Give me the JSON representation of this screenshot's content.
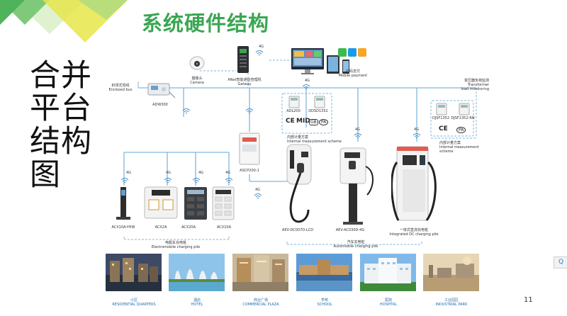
{
  "header": {
    "title": "系统硬件结构"
  },
  "side_title": {
    "col1": [
      "合",
      "平",
      "结",
      "图"
    ],
    "col2": [
      "并",
      "台",
      "构"
    ]
  },
  "nodes": {
    "enclosed_bus": {
      "zh": "封闭式母线",
      "en": "Enclosed bus"
    },
    "adw300": {
      "label": "ADW300"
    },
    "camera": {
      "zh": "摄像头",
      "en": "Camera"
    },
    "gateway": {
      "zh": "ANet智能通信管理机",
      "en": "Gatway"
    },
    "mobile_payment": {
      "zh": "扫码支付",
      "en": "Mobile payment"
    },
    "transformer": {
      "zh": "变压器负荷监测",
      "en1": "Transformer",
      "en2": "load monitoring"
    },
    "adl200": {
      "label": "ADL200"
    },
    "ddsd1352": {
      "label": "DDSD1352"
    },
    "internal1": {
      "zh": "内部计量方案",
      "en": "Internal measurement scheme"
    },
    "djsf1352": {
      "label": "DJSF1352"
    },
    "djsf1352rn": {
      "label": "DJSF1352-RN"
    },
    "internal2": {
      "zh": "内部计量方案",
      "en1": "Internal measurement",
      "en2": "scheme"
    },
    "ascp": {
      "label": "ASCP200-1"
    },
    "acx10a_yhw": {
      "label": "ACX10A-YHW"
    },
    "acx2a": {
      "label": "ACX2A"
    },
    "acx20a": {
      "label": "ACX20A"
    },
    "acx10a": {
      "label": "ACX10A"
    },
    "aev_dc007d": {
      "label": "AEV-DC007D-LCD"
    },
    "aev_ac030d": {
      "label": "AEV-AC030D-4G"
    },
    "integrated_dc": {
      "zh": "一体式直流充电桩",
      "en": "Integrated DC charging pile"
    }
  },
  "cert_marks": {
    "ce": "CE",
    "mid": "MID",
    "gb": "GB",
    "pa": "PA"
  },
  "signals": {
    "g4": "4G"
  },
  "groups": {
    "electromobile": {
      "zh": "电瓶车充电桩",
      "en": "Electromobile charging pile"
    },
    "automobile": {
      "zh": "汽车充电桩",
      "en": "Automobile charging pile"
    }
  },
  "photos": [
    {
      "zh": "小区",
      "en": "RESIDENTIAL QUARTERS"
    },
    {
      "zh": "酒店",
      "en": "HOTEL"
    },
    {
      "zh": "商业广场",
      "en": "COMMERCIAL PLAZA"
    },
    {
      "zh": "学校",
      "en": "SCHOOL"
    },
    {
      "zh": "医院",
      "en": "HOSPITAL"
    },
    {
      "zh": "工业园区",
      "en": "INDUSTRIAL PARK"
    }
  ],
  "page_number": "11",
  "search_tab": {
    "label": "Q"
  },
  "colors": {
    "title_green": "#3aa653",
    "bus_blue": "#7fb7dc",
    "label_blue": "#1e6ab0",
    "corner_green": "#7ec97a",
    "corner_yellow": "#e6e64a"
  }
}
